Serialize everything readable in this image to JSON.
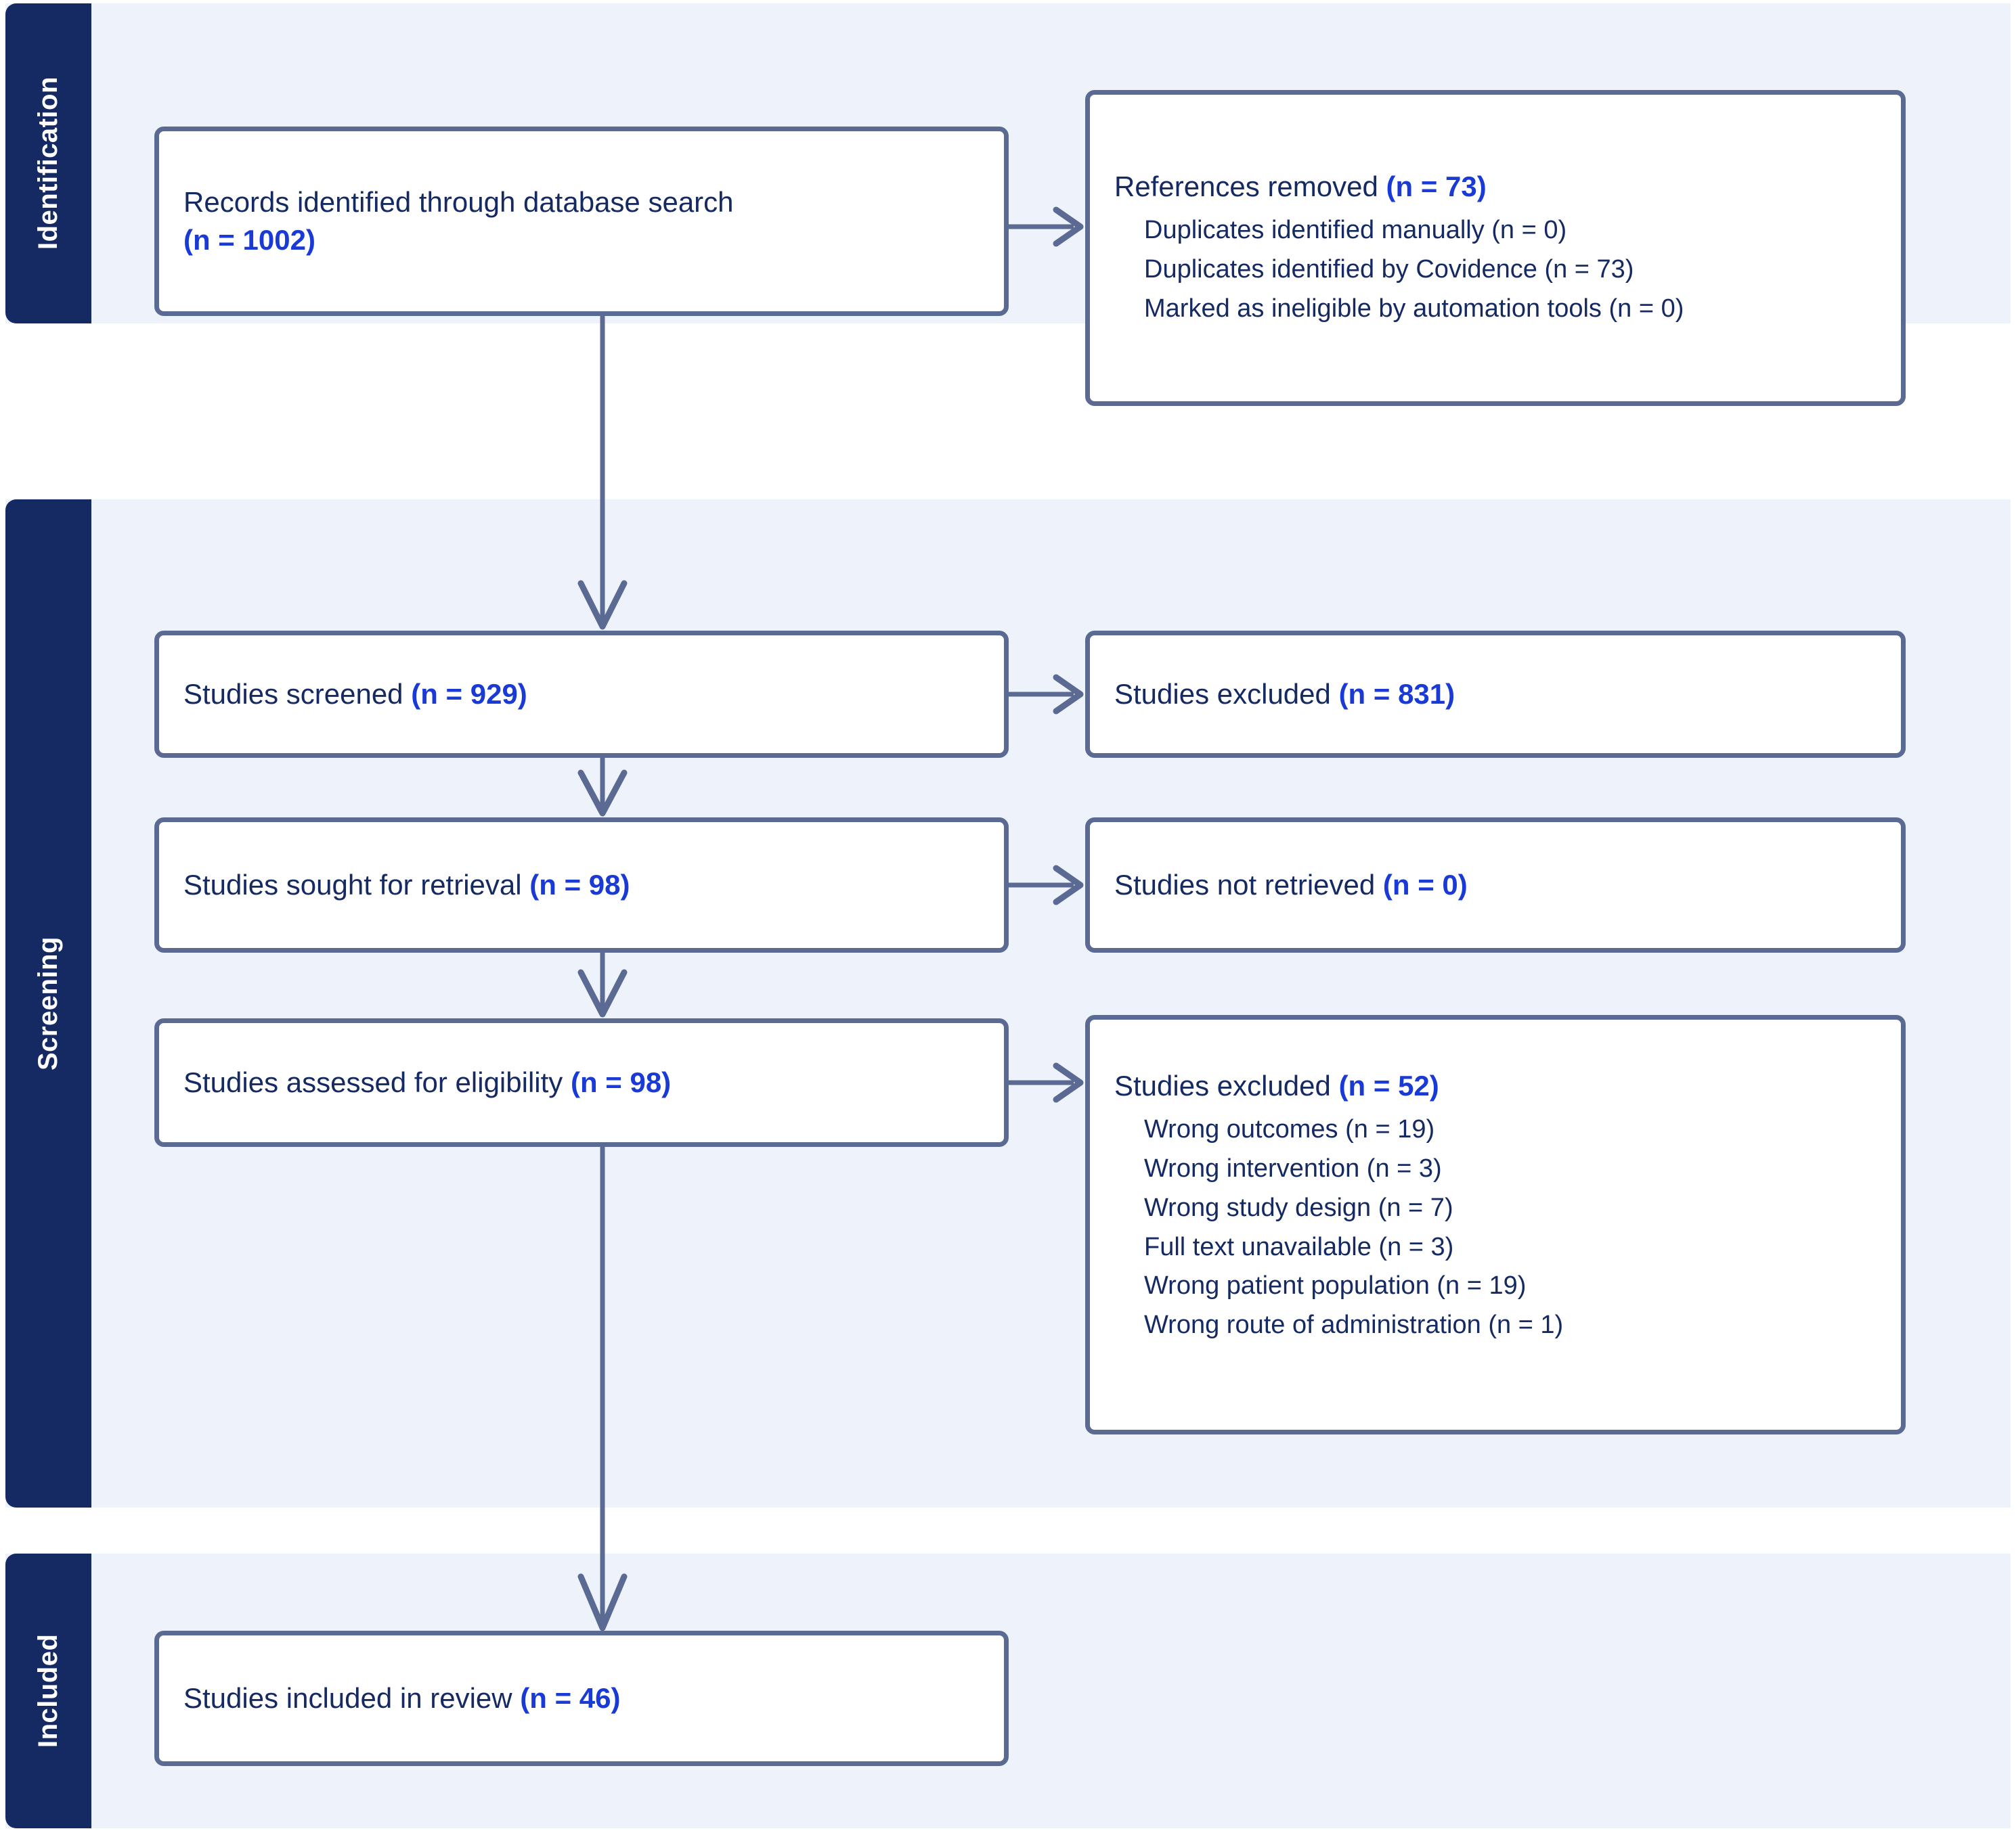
{
  "diagram": {
    "type": "prisma-flow-diagram",
    "phases": [
      {
        "id": "identification",
        "label": "Identification"
      },
      {
        "id": "screening",
        "label": "Screening"
      },
      {
        "id": "included",
        "label": "Included"
      }
    ],
    "colors": {
      "phase_sidebar": "#152a63",
      "phase_band": "#eef2fb",
      "box_border": "#5a6a92",
      "box_fill": "#ffffff",
      "text_primary": "#152a63",
      "count_accent": "#1a3ad6",
      "connector": "#5a6a92"
    }
  },
  "nodes": {
    "identified": {
      "label": "Records identified through database search",
      "count": "(n = 1002)"
    },
    "removed": {
      "label": "References removed",
      "count": "(n = 73)",
      "reasons": [
        "Duplicates identified manually (n = 0)",
        "Duplicates identified by Covidence (n = 73)",
        "Marked as ineligible by automation tools (n = 0)"
      ]
    },
    "screened": {
      "label": "Studies screened",
      "count": "(n = 929)"
    },
    "excluded_screening": {
      "label": "Studies excluded",
      "count": "(n = 831)"
    },
    "sought": {
      "label": "Studies sought for retrieval",
      "count": "(n = 98)"
    },
    "not_retrieved": {
      "label": "Studies not retrieved",
      "count": "(n = 0)"
    },
    "assessed": {
      "label": "Studies assessed for eligibility",
      "count": "(n = 98)"
    },
    "excluded_eligibility": {
      "label": "Studies excluded",
      "count": "(n = 52)",
      "reasons": [
        "Wrong outcomes (n = 19)",
        "Wrong intervention (n = 3)",
        "Wrong study design (n = 7)",
        "Full text unavailable (n = 3)",
        "Wrong patient population (n = 19)",
        "Wrong route of administration (n = 1)"
      ]
    },
    "included": {
      "label": "Studies included in review",
      "count": "(n = 46)"
    }
  }
}
